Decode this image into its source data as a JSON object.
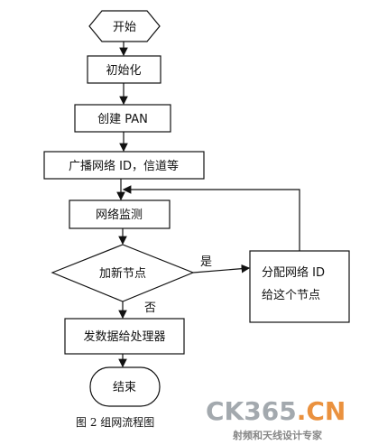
{
  "nodes": {
    "start": "开始",
    "init": "初始化",
    "create_pan": "创建 PAN",
    "broadcast": "广播网络 ID，信道等",
    "monitor": "网络监测",
    "decision": "加新节点",
    "assign_line1": "分配网络 ID",
    "assign_line2": "给这个节点",
    "send": "发数据给处理器",
    "end": "结束"
  },
  "edges": {
    "yes": "是",
    "no": "否"
  },
  "caption": "图 2 组网流程图",
  "watermark": {
    "main_a": "CK365",
    "main_b": ".CN",
    "sub": "射频和天线设计专家",
    "colors": {
      "gray": "#9aa0a6",
      "orange": "#e8862a",
      "red": "#d8431e"
    }
  }
}
